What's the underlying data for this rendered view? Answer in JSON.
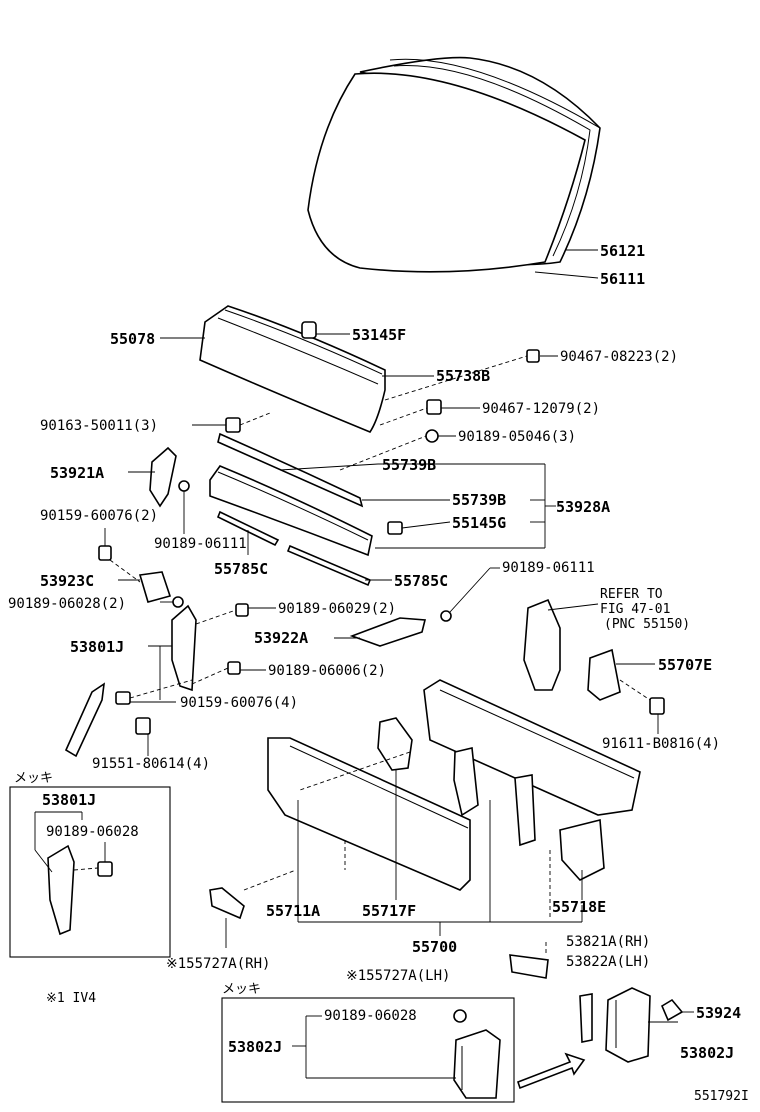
{
  "labels": {
    "p56121": "56121",
    "p56111": "56111",
    "p55078": "55078",
    "p53145F": "53145F",
    "p90467_08223": "90467-08223(2)",
    "p55738B": "55738B",
    "p90163_50011": "90163-50011(3)",
    "p90467_12079": "90467-12079(2)",
    "p90189_05046": "90189-05046(3)",
    "p53921A": "53921A",
    "p55739B_a": "55739B",
    "p55739B_b": "55739B",
    "p53928A": "53928A",
    "p90159_60076_2": "90159-60076(2)",
    "p55145G": "55145G",
    "p90189_06111_a": "90189-06111",
    "p55785C_a": "55785C",
    "p55785C_b": "55785C",
    "p90189_06111_b": "90189-06111",
    "p53923C": "53923C",
    "p90189_06028_2": "90189-06028(2)",
    "p90189_06029": "90189-06029(2)",
    "refer1": "REFER TO",
    "refer2": "FIG 47-01",
    "refer3": "(PNC 55150)",
    "p53801J": "53801J",
    "p53922A": "53922A",
    "p55707E": "55707E",
    "p90189_06006": "90189-06006(2)",
    "p90159_60076_4": "90159-60076(4)",
    "p91611_B0816": "91611-B0816(4)",
    "p91551_80614": "91551-80614(4)",
    "mekki1": "メッキ",
    "box1_53801J": "53801J",
    "box1_90189_06028": "90189-06028",
    "p55711A": "55711A",
    "p55717F": "55717F",
    "p55718E": "55718E",
    "p55700": "55700",
    "p55727A_RH": "※155727A(RH)",
    "p53821A": "53821A(RH)",
    "p53822A": "53822A(LH)",
    "p55727A_LH": "※155727A(LH)",
    "note1": "※1  IV4",
    "mekki2": "メッキ",
    "box2_90189_06028": "90189-06028",
    "box2_53802J": "53802J",
    "p53924": "53924",
    "p53802J": "53802J",
    "figno": "551792I"
  }
}
